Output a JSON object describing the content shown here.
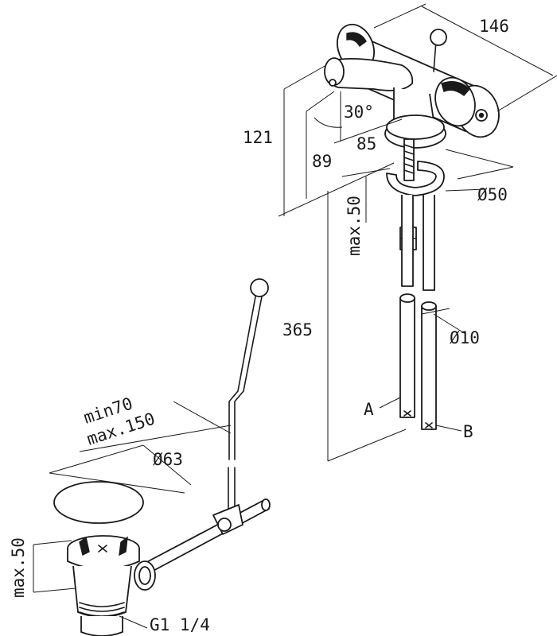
{
  "dimensions": {
    "width_146": "146",
    "height_121": "121",
    "angle_30": "30°",
    "height_89": "89",
    "depth_85": "85",
    "max_50_top": "max.50",
    "dia_50": "Ø50",
    "length_365": "365",
    "dia_10": "Ø10",
    "min_70": "min70",
    "max_150": "max.150",
    "dia_63": "Ø63",
    "max_50_bottom": "max.50",
    "thread": "G1 1/4"
  },
  "callouts": {
    "pipe_a": "A",
    "pipe_b": "B"
  }
}
